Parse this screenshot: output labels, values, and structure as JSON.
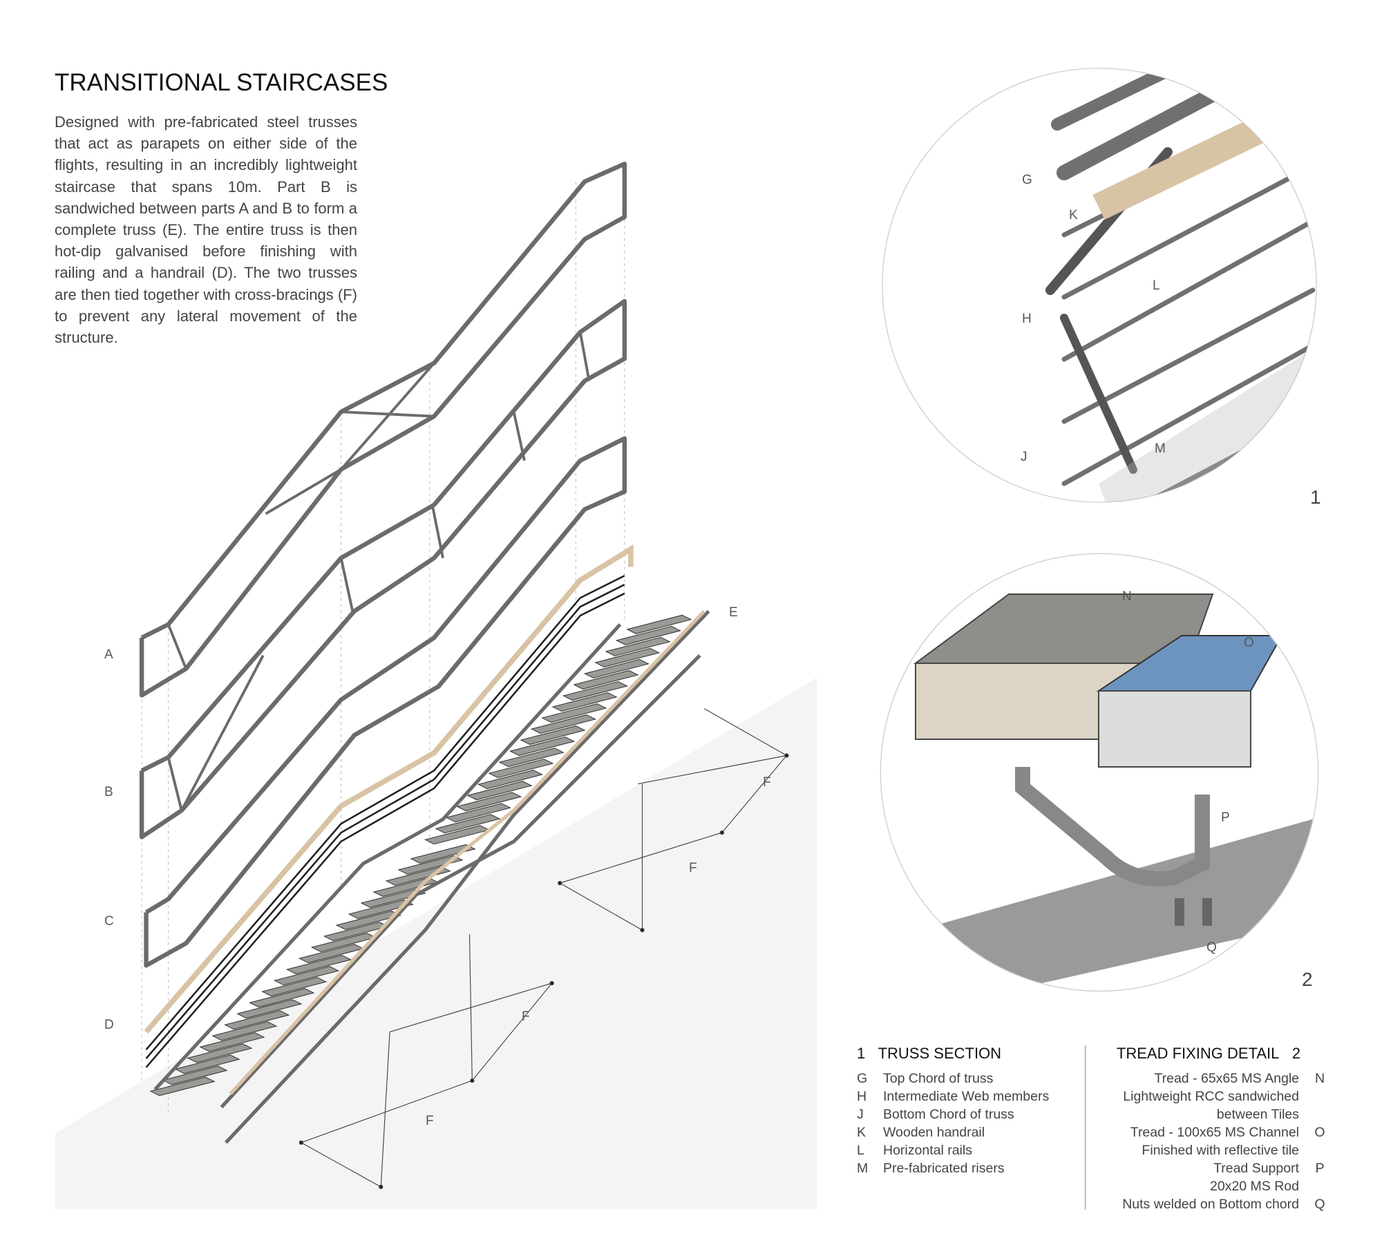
{
  "title": "TRANSITIONAL STAIRCASES",
  "description": "Designed with pre-fabricated steel trusses that act as parapets on either side of the flights, resulting in an incredibly lightweight staircase that spans 10m. Part B is sandwiched between parts A and B to form a complete truss (E). The entire truss is then hot-dip galvanised before finishing with railing and a handrail (D). The two trusses are then tied together with cross-bracings (F) to prevent any lateral movement of the structure.",
  "part_labels": {
    "a": "A",
    "b": "B",
    "c": "C",
    "d": "D",
    "e": "E",
    "f1": "F",
    "f2": "F",
    "f3": "F",
    "f4": "F"
  },
  "detail1": {
    "number": "1",
    "labels": {
      "g": "G",
      "k": "K",
      "h": "H",
      "l": "L",
      "j": "J",
      "m": "M"
    }
  },
  "detail2": {
    "number": "2",
    "labels": {
      "n": "N",
      "o": "O",
      "p": "P",
      "q": "Q"
    }
  },
  "legend_truss": {
    "number": "1",
    "heading": "TRUSS SECTION",
    "items": [
      {
        "key": "G",
        "text": "Top Chord of truss"
      },
      {
        "key": "H",
        "text": "Intermediate Web members"
      },
      {
        "key": "J",
        "text": "Bottom Chord of truss"
      },
      {
        "key": "K",
        "text": "Wooden handrail"
      },
      {
        "key": "L",
        "text": "Horizontal rails"
      },
      {
        "key": "M",
        "text": "Pre-fabricated risers"
      }
    ]
  },
  "legend_tread": {
    "number": "2",
    "heading": "TREAD FIXING DETAIL",
    "items": [
      {
        "key": "N",
        "text": "Tread - 65x65 MS Angle"
      },
      {
        "key": "",
        "text": "Lightweight RCC sandwiched"
      },
      {
        "key": "",
        "text": "between Tiles"
      },
      {
        "key": "O",
        "text": "Tread - 100x65 MS Channel"
      },
      {
        "key": "",
        "text": "Finished with reflective tile"
      },
      {
        "key": "P",
        "text": "Tread Support"
      },
      {
        "key": "",
        "text": "20x20 MS  Rod"
      },
      {
        "key": "Q",
        "text": "Nuts welded on Bottom chord"
      }
    ]
  },
  "colors": {
    "steel": "#6b6b6b",
    "wood": "#d9c3a5",
    "tile": "#6d94bf",
    "ground": "#f4f4f4",
    "tread": "#9a9a96"
  }
}
